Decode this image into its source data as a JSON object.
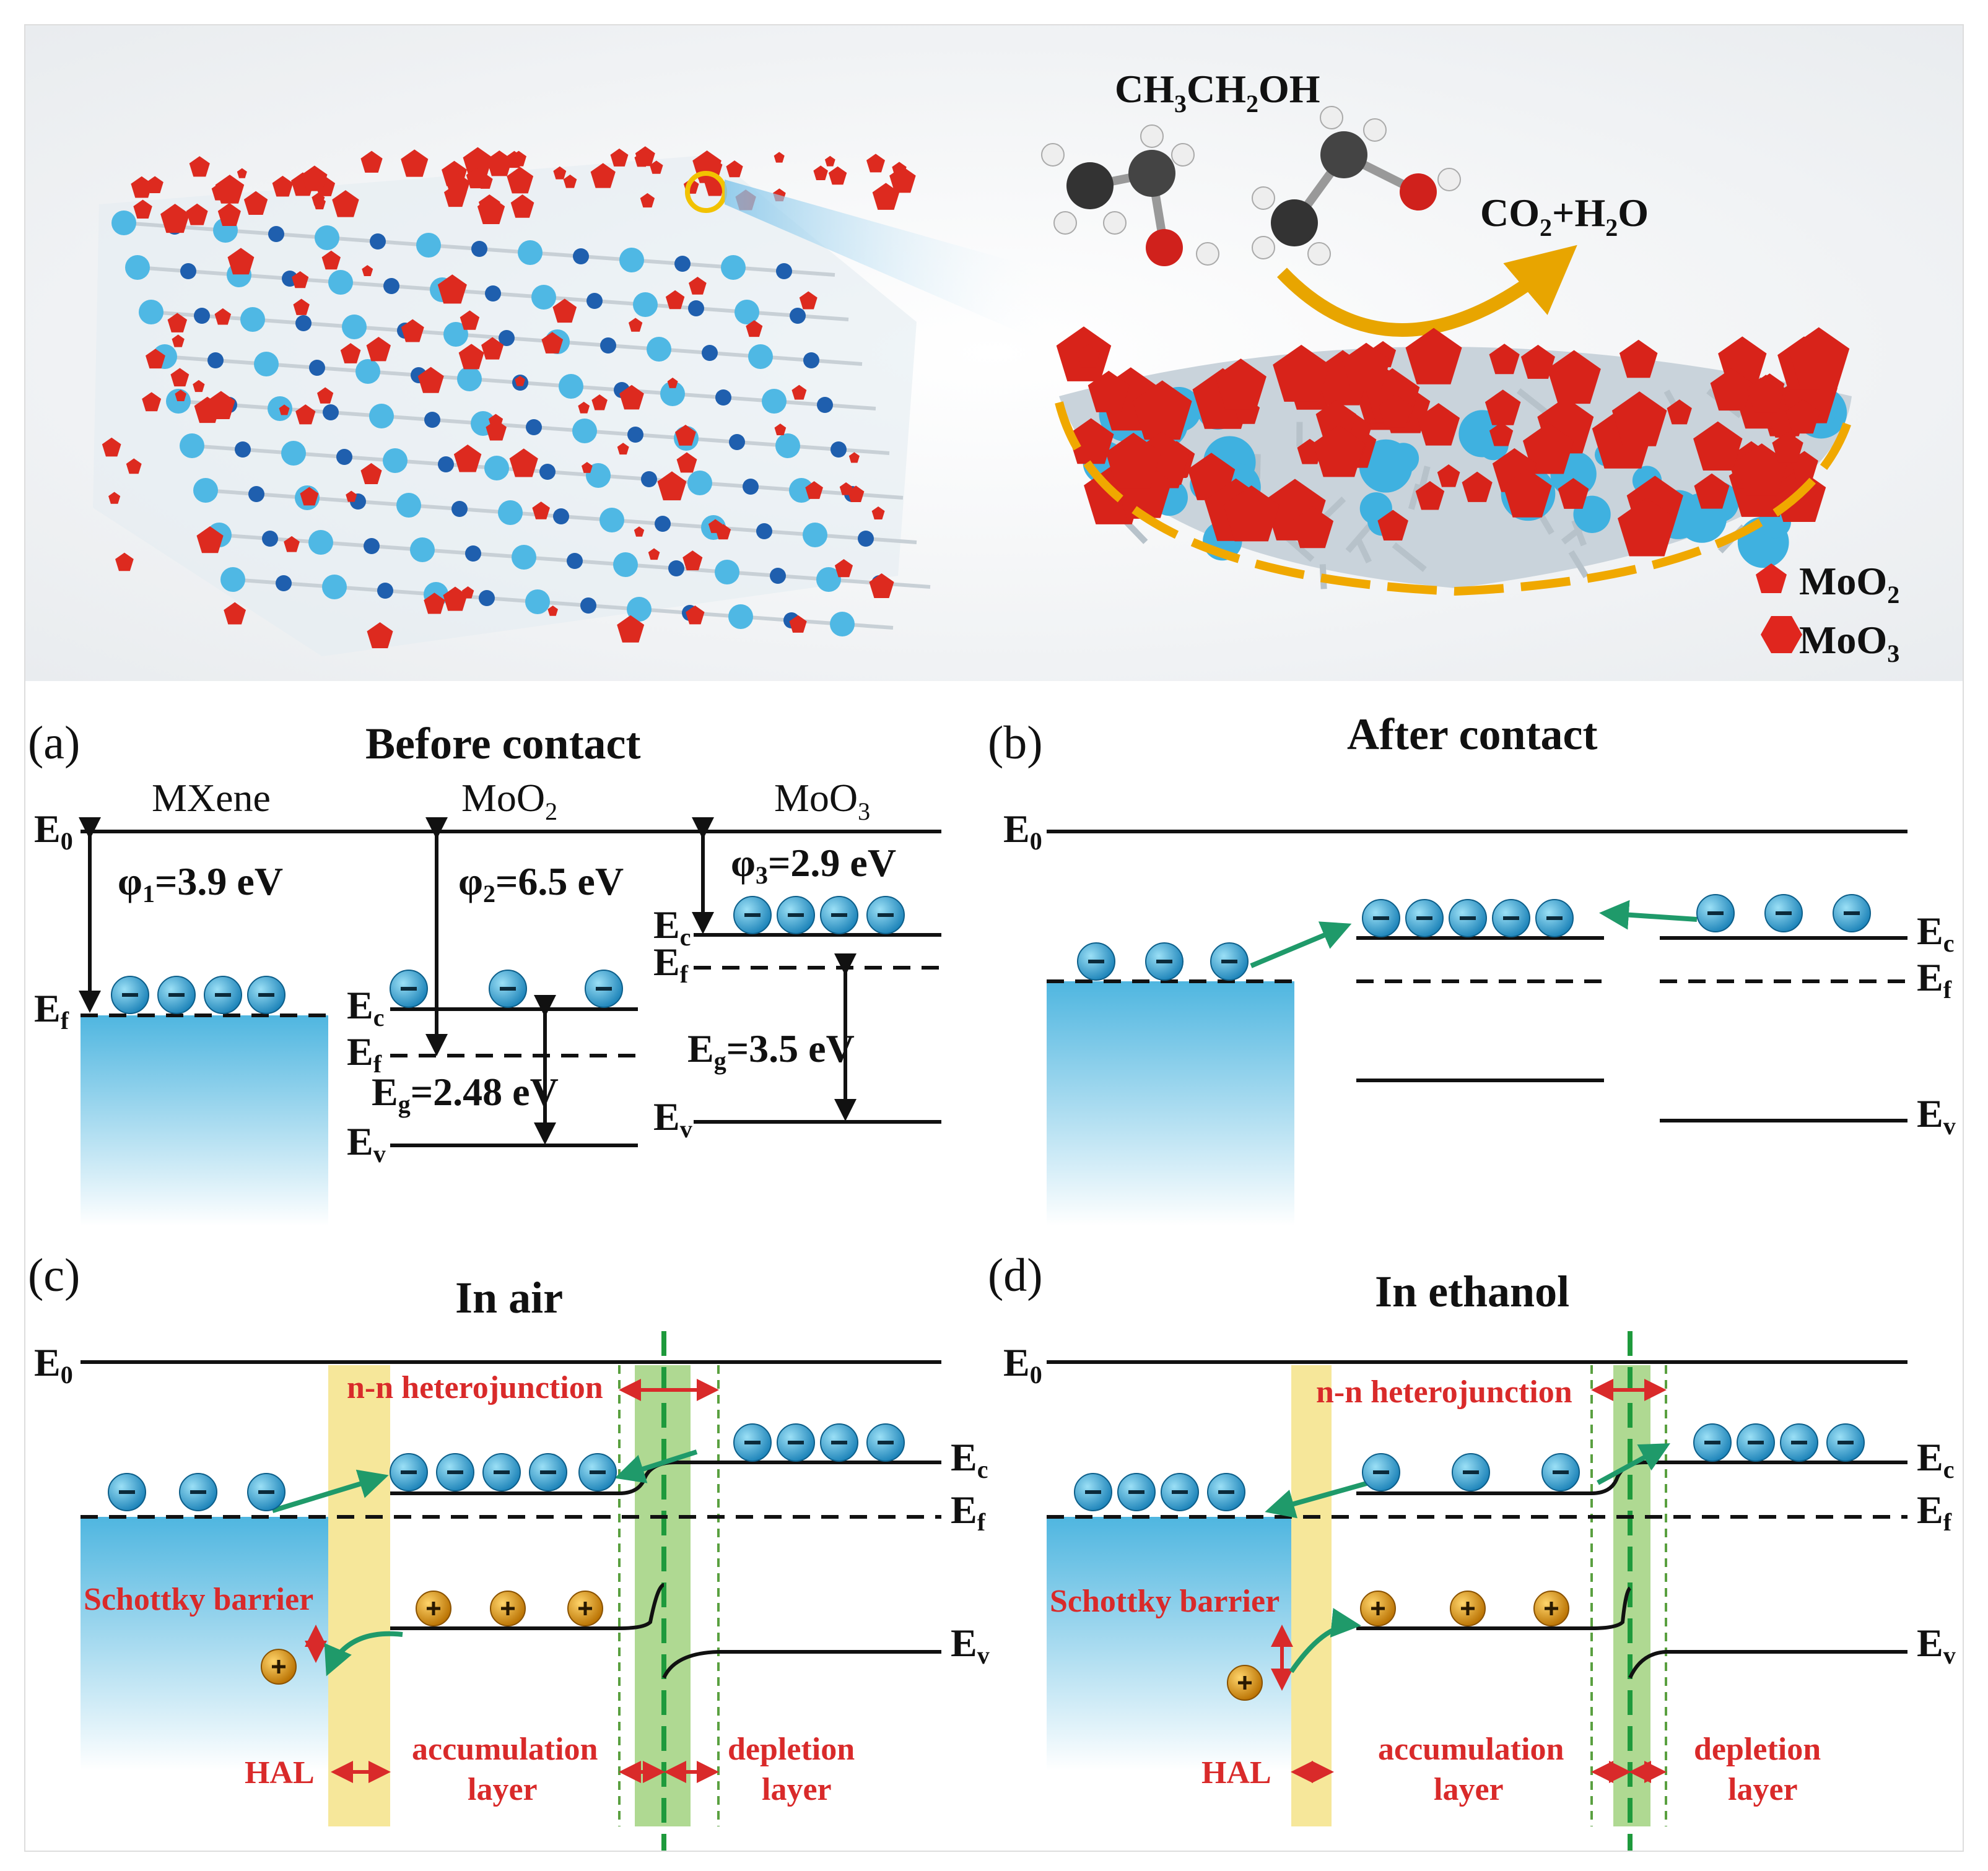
{
  "molecule": {
    "formula_main": "CH",
    "formula_sub1": "3",
    "formula_mid": "CH",
    "formula_sub2": "2",
    "formula_end": "OH"
  },
  "product": {
    "a": "CO",
    "a_sub": "2",
    "b": "+H",
    "b_sub": "2",
    "c": "O"
  },
  "legend": [
    {
      "main": "MoO",
      "sub": "2",
      "color": "#e0261e",
      "icon": "pentagon-icon"
    },
    {
      "main": "MoO",
      "sub": "3",
      "color": "#e0261e",
      "icon": "hexagon-icon"
    }
  ],
  "panels": {
    "a": {
      "label": "(a)",
      "title": "Before contact",
      "col1": "MXene",
      "col2_main": "MoO",
      "col2_sub": "2",
      "col3_main": "MoO",
      "col3_sub": "3",
      "phi1": "=3.9 eV",
      "phi2": "=6.5 eV",
      "phi3": "=2.9 eV",
      "eg2": "=2.48 eV",
      "eg3": "=3.5 eV"
    },
    "b": {
      "label": "(b)",
      "title": "After contact"
    },
    "c": {
      "label": "(c)",
      "title": "In air"
    },
    "d": {
      "label": "(d)",
      "title": "In ethanol"
    }
  },
  "levels": {
    "E": "E",
    "s0": "0",
    "sf": "f",
    "sc": "c",
    "sv": "v",
    "sg": "g",
    "phi": "φ",
    "p1": "1",
    "p2": "2",
    "p3": "3"
  },
  "annotations": {
    "nn": "n-n heterojunction",
    "schottky": "Schottky barrier",
    "hal": "HAL",
    "acc1": "accumulation",
    "acc2": "layer",
    "dep1": "depletion",
    "dep2": "layer"
  },
  "colors": {
    "electron": "#2aa6d6",
    "hole": "#e3a21a",
    "arrow": "#1f9a6a",
    "red": "#d92a2a",
    "hal": "#f6e79a",
    "junction": "#9bcf77"
  }
}
